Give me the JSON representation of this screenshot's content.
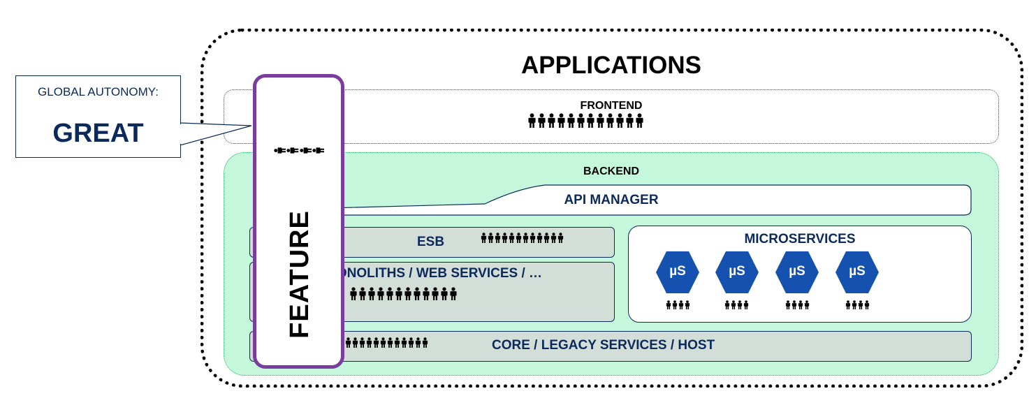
{
  "applications": {
    "title": "APPLICATIONS"
  },
  "frontend": {
    "label": "FRONTEND",
    "people_count": 12
  },
  "backend": {
    "label": "BACKEND"
  },
  "api_manager": {
    "label": "API MANAGER"
  },
  "esb": {
    "label": "ESB",
    "people_count": 12
  },
  "monoliths": {
    "label": "MONOLITHS / WEB SERVICES / …",
    "people_count": 12
  },
  "core": {
    "label": "CORE / LEGACY SERVICES / HOST",
    "people_count": 12
  },
  "microservices": {
    "label": "MICROSERVICES",
    "services": [
      {
        "label": "µS",
        "people_count": 4
      },
      {
        "label": "µS",
        "people_count": 4
      },
      {
        "label": "µS",
        "people_count": 4
      },
      {
        "label": "µS",
        "people_count": 4
      }
    ]
  },
  "callout": {
    "title": "GLOBAL AUTONOMY:",
    "value": "GREAT"
  },
  "feature": {
    "label": "FEATURE",
    "people_count": 4
  },
  "colors": {
    "navy": "#0b2a5b",
    "backend_fill": "#c4f7dc",
    "gray_green": "#d3ded8",
    "hex_blue": "#1552b0",
    "purple": "#7a3c9e"
  }
}
